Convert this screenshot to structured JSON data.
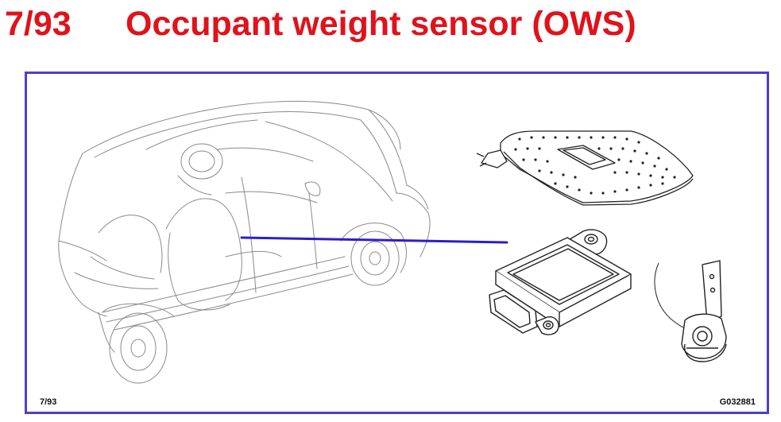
{
  "header": {
    "page_number": "7/93",
    "title": "Occupant weight sensor (OWS)"
  },
  "figure": {
    "page_ref": "7/93",
    "figure_code": "G032881",
    "components": [
      {
        "id": "vehicle",
        "icon": "car-cutaway-icon"
      },
      {
        "id": "sensor-mat",
        "icon": "sensor-mat-icon"
      },
      {
        "id": "control-module",
        "icon": "control-module-icon"
      },
      {
        "id": "seat-sensor",
        "icon": "seat-sensor-icon"
      }
    ],
    "colors": {
      "title": "#e0121b",
      "frame": "#4b3fcf",
      "leader_line": "#2c1fc9",
      "linework": "#8a8a8a",
      "component_ink": "#222222"
    }
  }
}
